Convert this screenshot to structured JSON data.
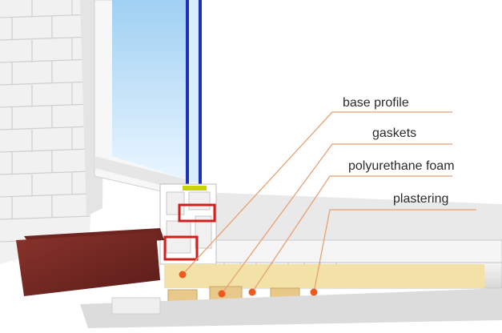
{
  "labels": {
    "base_profile": "base profile",
    "gaskets": "gaskets",
    "polyurethane_foam": "polyurethane foam",
    "plastering": "plastering"
  },
  "colors": {
    "leader_line": "#e8a070",
    "marker": "#ee5a1e",
    "sill": "#7a2a25",
    "glass": "#bfe3f8",
    "glazing_bar": "#1d2fbf",
    "frame": "#ffffff",
    "seal": "#d11f1f",
    "gasket": "#c8d400",
    "foam": "#f2e2a8",
    "wall": "#eeeeee",
    "brick": "#f3f3f3"
  },
  "icons": [
    "window-cross-section-illustration",
    "callout-marker"
  ]
}
